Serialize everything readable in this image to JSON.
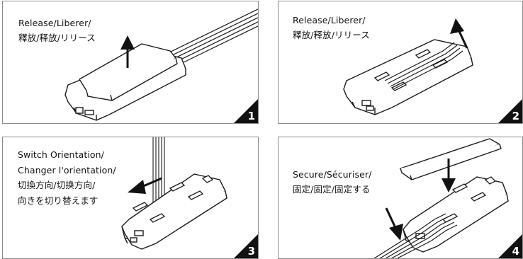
{
  "panels": [
    {
      "number": "1",
      "caption": [
        "Release/Liberer/",
        "釋放/释放/リリース"
      ]
    },
    {
      "number": "2",
      "caption": [
        "Release/Liberer/",
        "釋放/释放/リリース"
      ]
    },
    {
      "number": "3",
      "caption": [
        "Switch Orientation/",
        "Changer l'orientation/",
        "切換方向/切换方向/",
        "向きを切り替えます"
      ]
    },
    {
      "number": "4",
      "caption": [
        "Secure/Sécuriser/",
        "固定/固定/固定する"
      ]
    }
  ],
  "colors": {
    "line": "#1a1a1a",
    "fill": "#ffffff",
    "border": "#8a8a8a",
    "badge": "#111111"
  }
}
